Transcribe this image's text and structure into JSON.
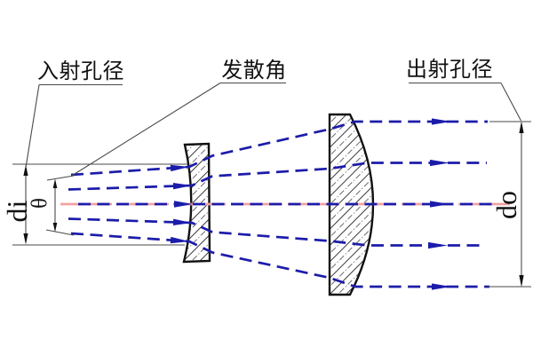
{
  "labels": {
    "entrance_aperture": "入射孔径",
    "divergence_angle": "发散角",
    "exit_aperture": "出射孔径",
    "entrance_diameter": "di",
    "theta": "θ",
    "exit_diameter": "do"
  },
  "colors": {
    "ray_blue": "#1c1caa",
    "optical_axis_red": "#f2a2a2",
    "drawing_line_gray": "#4a4a4a",
    "outline_black": "#111111",
    "background": "#ffffff"
  },
  "icons": {
    "ray_arrowhead": "filled-right-triangle",
    "dimension_arrowhead": "filled-dimension-triangle"
  },
  "structure": {
    "lens_count": 2,
    "ray_count": 5
  }
}
